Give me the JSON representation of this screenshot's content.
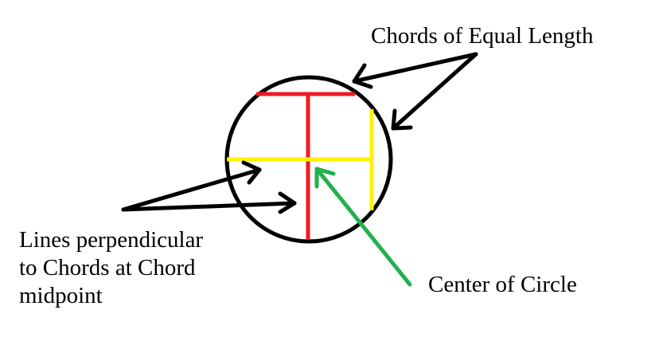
{
  "labels": {
    "chords_equal": "Chords of Equal Length",
    "perpendicular": [
      "Lines perpendicular",
      "to Chords at Chord",
      "midpoint"
    ],
    "center": "Center of Circle"
  },
  "colors": {
    "circle": "#000000",
    "chord_red": "#ed1c24",
    "chord_yellow": "#fff200",
    "arrow_black": "#000000",
    "arrow_green": "#22b14c",
    "background": "#ffffff"
  }
}
